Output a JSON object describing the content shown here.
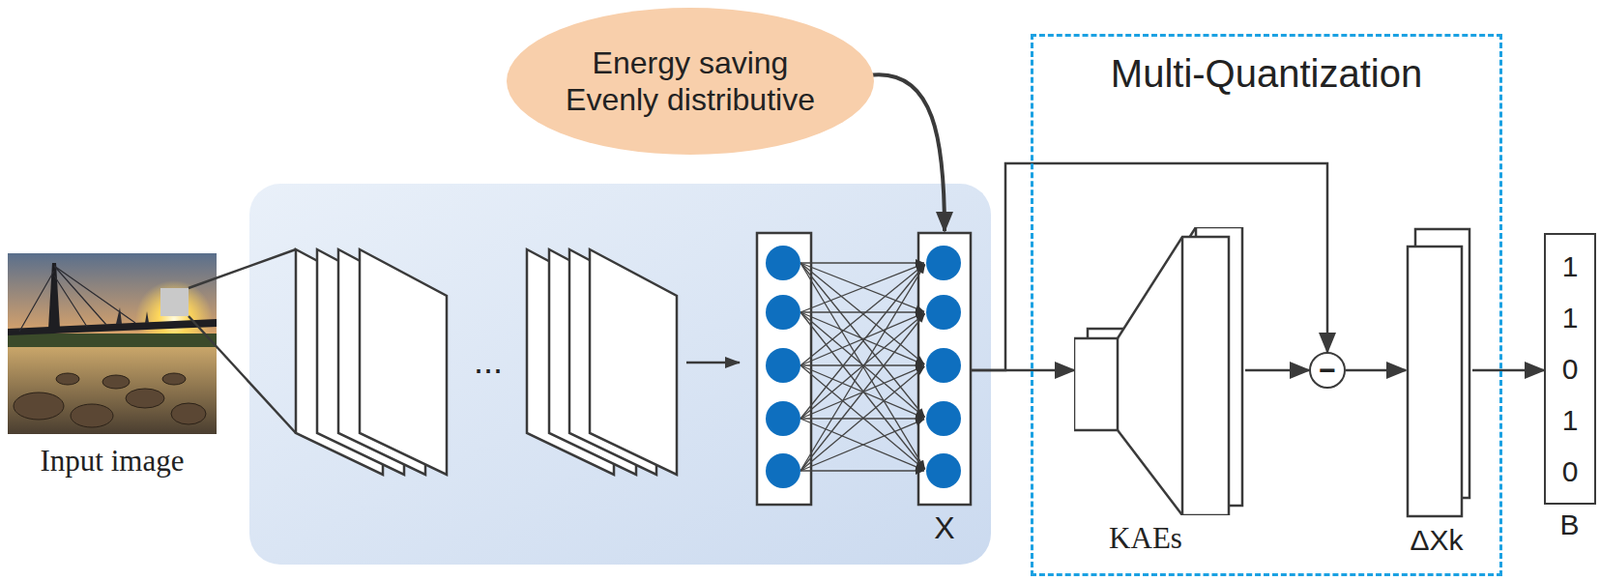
{
  "diagram": {
    "nodes": [
      {
        "text": [
          "Energy saving Evenly distributive"
        ]
      },
      {
        "text": [
          "X"
        ]
      },
      {
        "text": [
          "Multi-Quantization"
        ]
      },
      {
        "text": [
          "KAEs"
        ],
        "in": 2
      },
      {
        "text": [
          "−"
        ],
        "in": 2
      },
      {
        "text": [
          "ΔXk"
        ],
        "in": 2
      },
      {
        "text": [
          "1 1 0 1 0",
          "B"
        ]
      }
    ],
    "edges": [
      {
        "from": 1,
        "to": 3,
        "arrow": "to"
      },
      {
        "from": 3,
        "to": 4,
        "arrow": "to"
      },
      {
        "from": 1,
        "to": 4,
        "arrow": "to"
      },
      {
        "from": 4,
        "to": 5,
        "arrow": "to"
      },
      {
        "from": 5,
        "to": 6,
        "arrow": "to"
      },
      {
        "from": 0,
        "to": 1,
        "arrow": "to"
      }
    ],
    "labels": [
      "Input image",
      "..."
    ]
  }
}
